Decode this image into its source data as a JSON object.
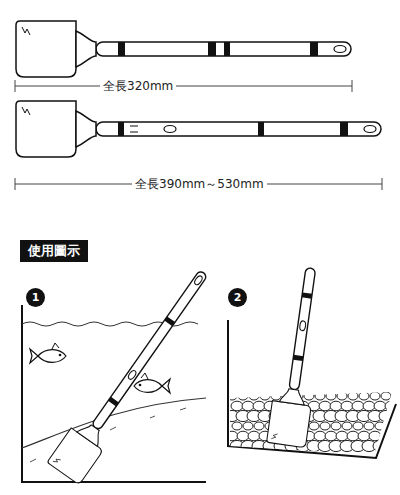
{
  "diagram": {
    "nodes": [
      {
        "text": [
          "使用圖示"
        ]
      },
      {
        "text": [
          "1"
        ]
      },
      {
        "text": [
          "2"
        ]
      }
    ],
    "labels": [
      "全長320mm",
      "全長390mm～530mm"
    ]
  }
}
